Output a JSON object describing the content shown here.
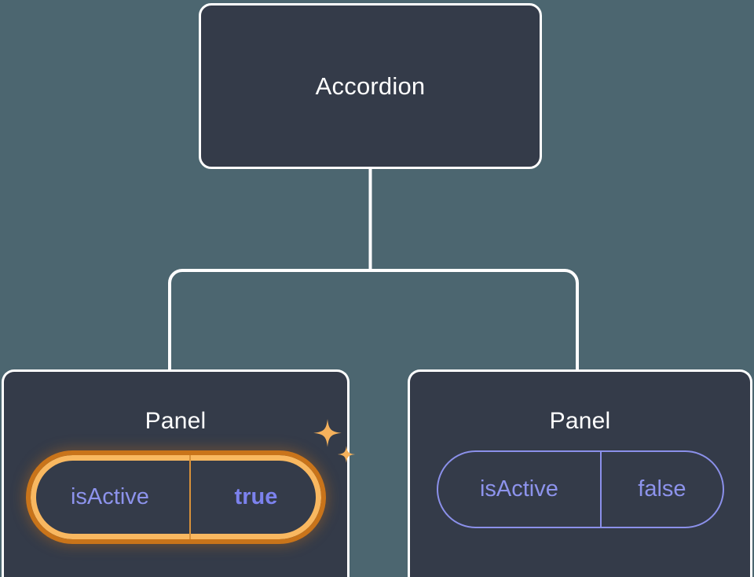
{
  "diagram": {
    "type": "component-tree",
    "background_color": "#4c6670",
    "node_fill_color": "#343b49",
    "node_border_color": "#ffffff",
    "connector_color": "#ffffff",
    "highlight_outer_color": "#c9741a",
    "highlight_inner_color": "#f9b860",
    "prop_text_color": "#8d93ec",
    "prop_border_color": "#8b90ea",
    "sparkle_color": "#f5b15c",
    "root": {
      "label": "Accordion"
    },
    "children": [
      {
        "label": "Panel",
        "highlighted": true,
        "prop": {
          "key": "isActive",
          "value": "true"
        },
        "sparkle_icons": [
          "sparkle-large-icon",
          "sparkle-small-icon"
        ]
      },
      {
        "label": "Panel",
        "highlighted": false,
        "prop": {
          "key": "isActive",
          "value": "false"
        },
        "sparkle_icons": []
      }
    ]
  }
}
